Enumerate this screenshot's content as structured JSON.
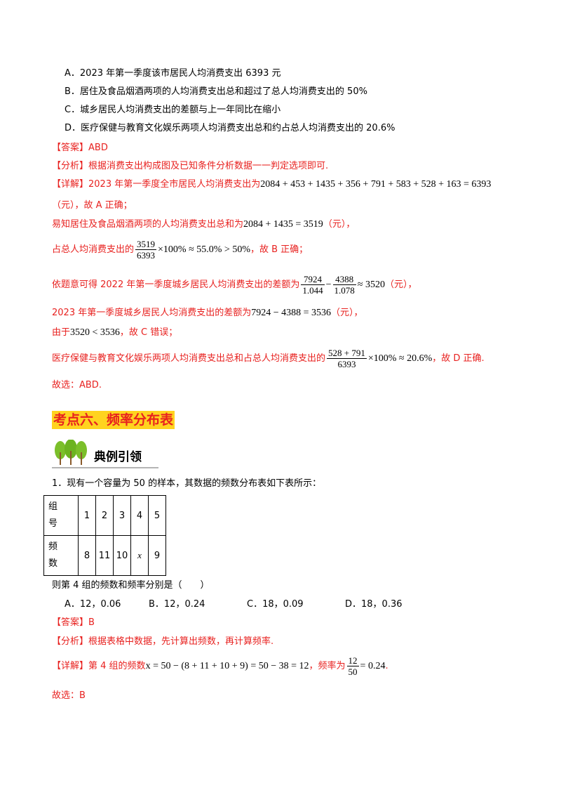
{
  "options_q1": [
    {
      "label": "A．",
      "text": "2023 年第一季度该市居民人均消费支出 6393 元"
    },
    {
      "label": "B．",
      "text": "居住及食品烟酒两项的人均消费支出总和超过了总人均消费支出的 50%"
    },
    {
      "label": "C．",
      "text": "城乡居民人均消费支出的差额与上一年同比在缩小"
    },
    {
      "label": "D．",
      "text": "医疗保健与教育文化娱乐两项人均消费支出总和约占总人均消费支出的 20.6%"
    }
  ],
  "q1": {
    "answer_tag": "【答案】",
    "answer": "ABD",
    "analysis_tag": "【分析】",
    "analysis": "根据消费支出构成图及已知条件分析数据一一判定选项即可.",
    "detail_tag": "【详解】",
    "detail_1_text": "2023 年第一季度全市居民人均消费支出为",
    "detail_1_math": "2084 + 453 + 1435 + 356 + 791 + 583 + 528 + 163 = 6393",
    "detail_2": "（元），故 A 正确；",
    "detail_3_text": "易知居住及食品烟酒两项的人均消费支出总和为",
    "detail_3_math": "2084 + 1435 = 3519",
    "detail_3_tail": "（元），",
    "detail_4_text": "占总人均消费支出的",
    "detail_4_num": "3519",
    "detail_4_den": "6393",
    "detail_4_math": "×100% ≈ 55.0% > 50%",
    "detail_4_tail": "，故 B 正确；",
    "detail_5_text": "依题意可得 2022 年第一季度城乡居民人均消费支出的差额为",
    "detail_5_num1": "7924",
    "detail_5_den1": "1.044",
    "detail_5_num2": "4388",
    "detail_5_den2": "1.078",
    "detail_5_minus": "−",
    "detail_5_math": "≈ 3520",
    "detail_5_tail": "（元），",
    "detail_6_text": "2023 年第一季度城乡居民人均消费支出的差额为",
    "detail_6_math": "7924 − 4388 = 3536",
    "detail_6_tail": "（元），",
    "detail_7_text": "由于",
    "detail_7_math": "3520 < 3536",
    "detail_7_tail": "，故 C 错误；",
    "detail_8_text": "医疗保健与教育文化娱乐两项人均消费支出总和占总人均消费支出的",
    "detail_8_num": "528 + 791",
    "detail_8_den": "6393",
    "detail_8_math": "×100% ≈ 20.6%",
    "detail_8_tail": "，故 D 正确.",
    "conclusion": "故选：ABD."
  },
  "section_title": "考点六、频率分布表",
  "banner_title": "典例引领",
  "q2": {
    "stem": "1．现有一个容量为 50 的样本，其数据的频数分布表如下表所示：",
    "table": {
      "row1_header": [
        "组",
        "号"
      ],
      "row1_values": [
        "1",
        "2",
        "3",
        "4",
        "5"
      ],
      "row2_header": [
        "频",
        "数"
      ],
      "row2_values": [
        "8",
        "11",
        "10",
        "x",
        "9"
      ]
    },
    "question": "则第 4 组的频数和频率分别是（　　）",
    "options": [
      {
        "label": "A．",
        "text": "12，0.06"
      },
      {
        "label": "B．",
        "text": "12，0.24"
      },
      {
        "label": "C．",
        "text": "18，0.09"
      },
      {
        "label": "D．",
        "text": "18，0.36"
      }
    ],
    "answer_tag": "【答案】",
    "answer": "B",
    "analysis_tag": "【分析】",
    "analysis": "根据表格中数据，先计算出频数，再计算频率.",
    "detail_tag": "【详解】",
    "detail_text": "第 4 组的频数",
    "detail_math": "x = 50 − (8 + 11 + 10 + 9) = 50 − 38 = 12",
    "detail_mid": "，频率为",
    "detail_num": "12",
    "detail_den": "50",
    "detail_tail_math": "= 0.24",
    "detail_end": ".",
    "conclusion": "故选：B"
  },
  "colors": {
    "accent_red": "#e8211f",
    "highlight_yellow": "#ffd31f",
    "banner_green": "#7bbf2a"
  }
}
